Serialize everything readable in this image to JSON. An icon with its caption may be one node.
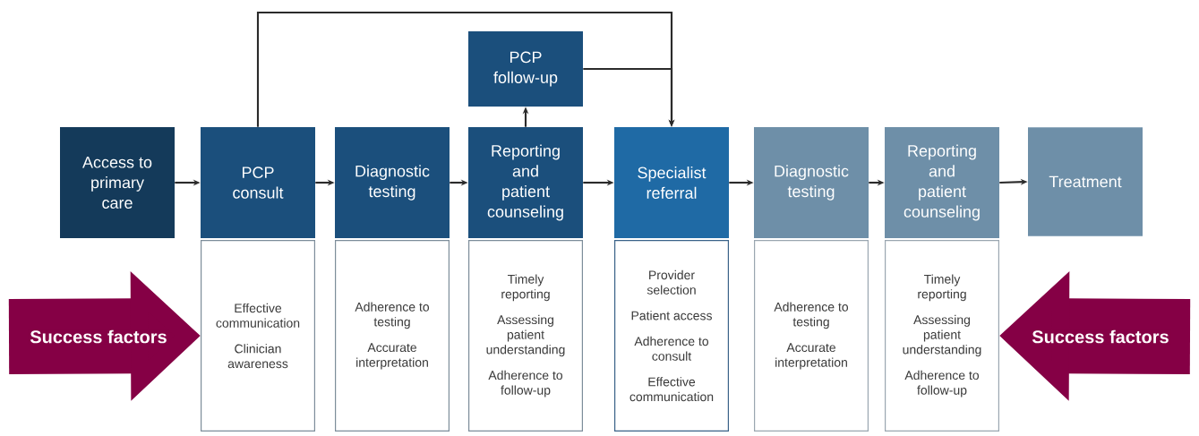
{
  "diagram": {
    "nodes": [
      {
        "text": [
          "Access to primary care"
        ]
      },
      {
        "text": [
          "PCP consult"
        ]
      },
      {
        "text": [
          "Diagnostic testing"
        ]
      },
      {
        "text": [
          "Reporting and patient counseling"
        ]
      },
      {
        "text": [
          "PCP follow-up"
        ]
      },
      {
        "text": [
          "Specialist referral"
        ]
      },
      {
        "text": [
          "Diagnostic testing"
        ]
      },
      {
        "text": [
          "Reporting and patient counseling"
        ]
      },
      {
        "text": [
          "Treatment"
        ]
      },
      {
        "text": [
          "Effective communication",
          "Clinician awareness"
        ]
      },
      {
        "text": [
          "Adherence to testing",
          "Accurate interpretation"
        ]
      },
      {
        "text": [
          "Timely reporting",
          "Assessing patient understanding",
          "Adherence to follow-up"
        ]
      },
      {
        "text": [
          "Provider selection",
          "Patient access",
          "Adherence to consult",
          "Effective communication"
        ]
      },
      {
        "text": [
          "Adherence to testing",
          "Accurate interpretation"
        ]
      },
      {
        "text": [
          "Timely reporting",
          "Assessing patient understanding",
          "Adherence to follow-up"
        ]
      }
    ],
    "edges": [
      {
        "from": 0,
        "to": 1,
        "arrow": "to"
      },
      {
        "from": 1,
        "to": 2,
        "arrow": "to"
      },
      {
        "from": 2,
        "to": 3,
        "arrow": "to"
      },
      {
        "from": 3,
        "to": 4,
        "arrow": "to"
      },
      {
        "from": 3,
        "to": 5,
        "arrow": "to"
      },
      {
        "from": 1,
        "to": 5,
        "arrow": "to"
      },
      {
        "from": 4,
        "to": 5,
        "arrow": "to"
      },
      {
        "from": 5,
        "to": 6,
        "arrow": "to"
      },
      {
        "from": 6,
        "to": 7,
        "arrow": "to"
      },
      {
        "from": 7,
        "to": 8,
        "arrow": "to"
      },
      {
        "from": null,
        "to": 9,
        "arrow": "to",
        "label": "Success factors",
        "style": "thick",
        "color": "#850045"
      },
      {
        "from": null,
        "to": 14,
        "arrow": "to",
        "label": "Success factors",
        "style": "thick",
        "color": "#850045"
      }
    ]
  }
}
